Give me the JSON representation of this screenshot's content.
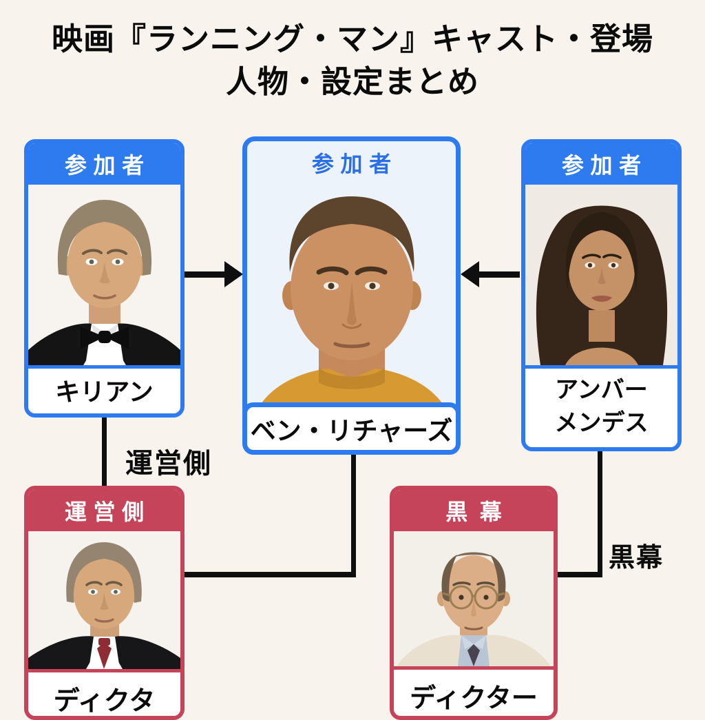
{
  "title": {
    "line1": "映画『ランニング・マン』キャスト・登場",
    "line2": "人物・設定まとめ"
  },
  "colors": {
    "accent_blue": "#2E7BF0",
    "accent_blue_text": "#2B6FE4",
    "pale_blue_panel": "#EDF3FB",
    "accent_red": "#C64459",
    "connector_black": "#0F0F0F",
    "background_cream": "#F8F4ED"
  },
  "cards": {
    "killian": {
      "role_label": "参加者",
      "name": "キリアン",
      "portrait_icon": "older-man-tuxedo-bowtie-portrait"
    },
    "ben_richards": {
      "role_label": "参加者",
      "name": "ベン・リチャーズ",
      "portrait_icon": "muscular-man-yellow-shirt-portrait"
    },
    "amber_mendez": {
      "role_label": "参加者",
      "name_line1": "アンバー",
      "name_line2": "メンデス",
      "portrait_icon": "woman-long-dark-hair-portrait"
    },
    "dikta": {
      "role_label": "運営側",
      "name": "ディクタ",
      "portrait_icon": "older-man-dark-suit-red-tie-portrait"
    },
    "dictor": {
      "role_label": "黒幕",
      "name": "ディクター",
      "portrait_icon": "balding-man-glasses-cream-suit-portrait"
    }
  },
  "connector_labels": {
    "management": "運営側",
    "mastermind": "黒幕"
  }
}
